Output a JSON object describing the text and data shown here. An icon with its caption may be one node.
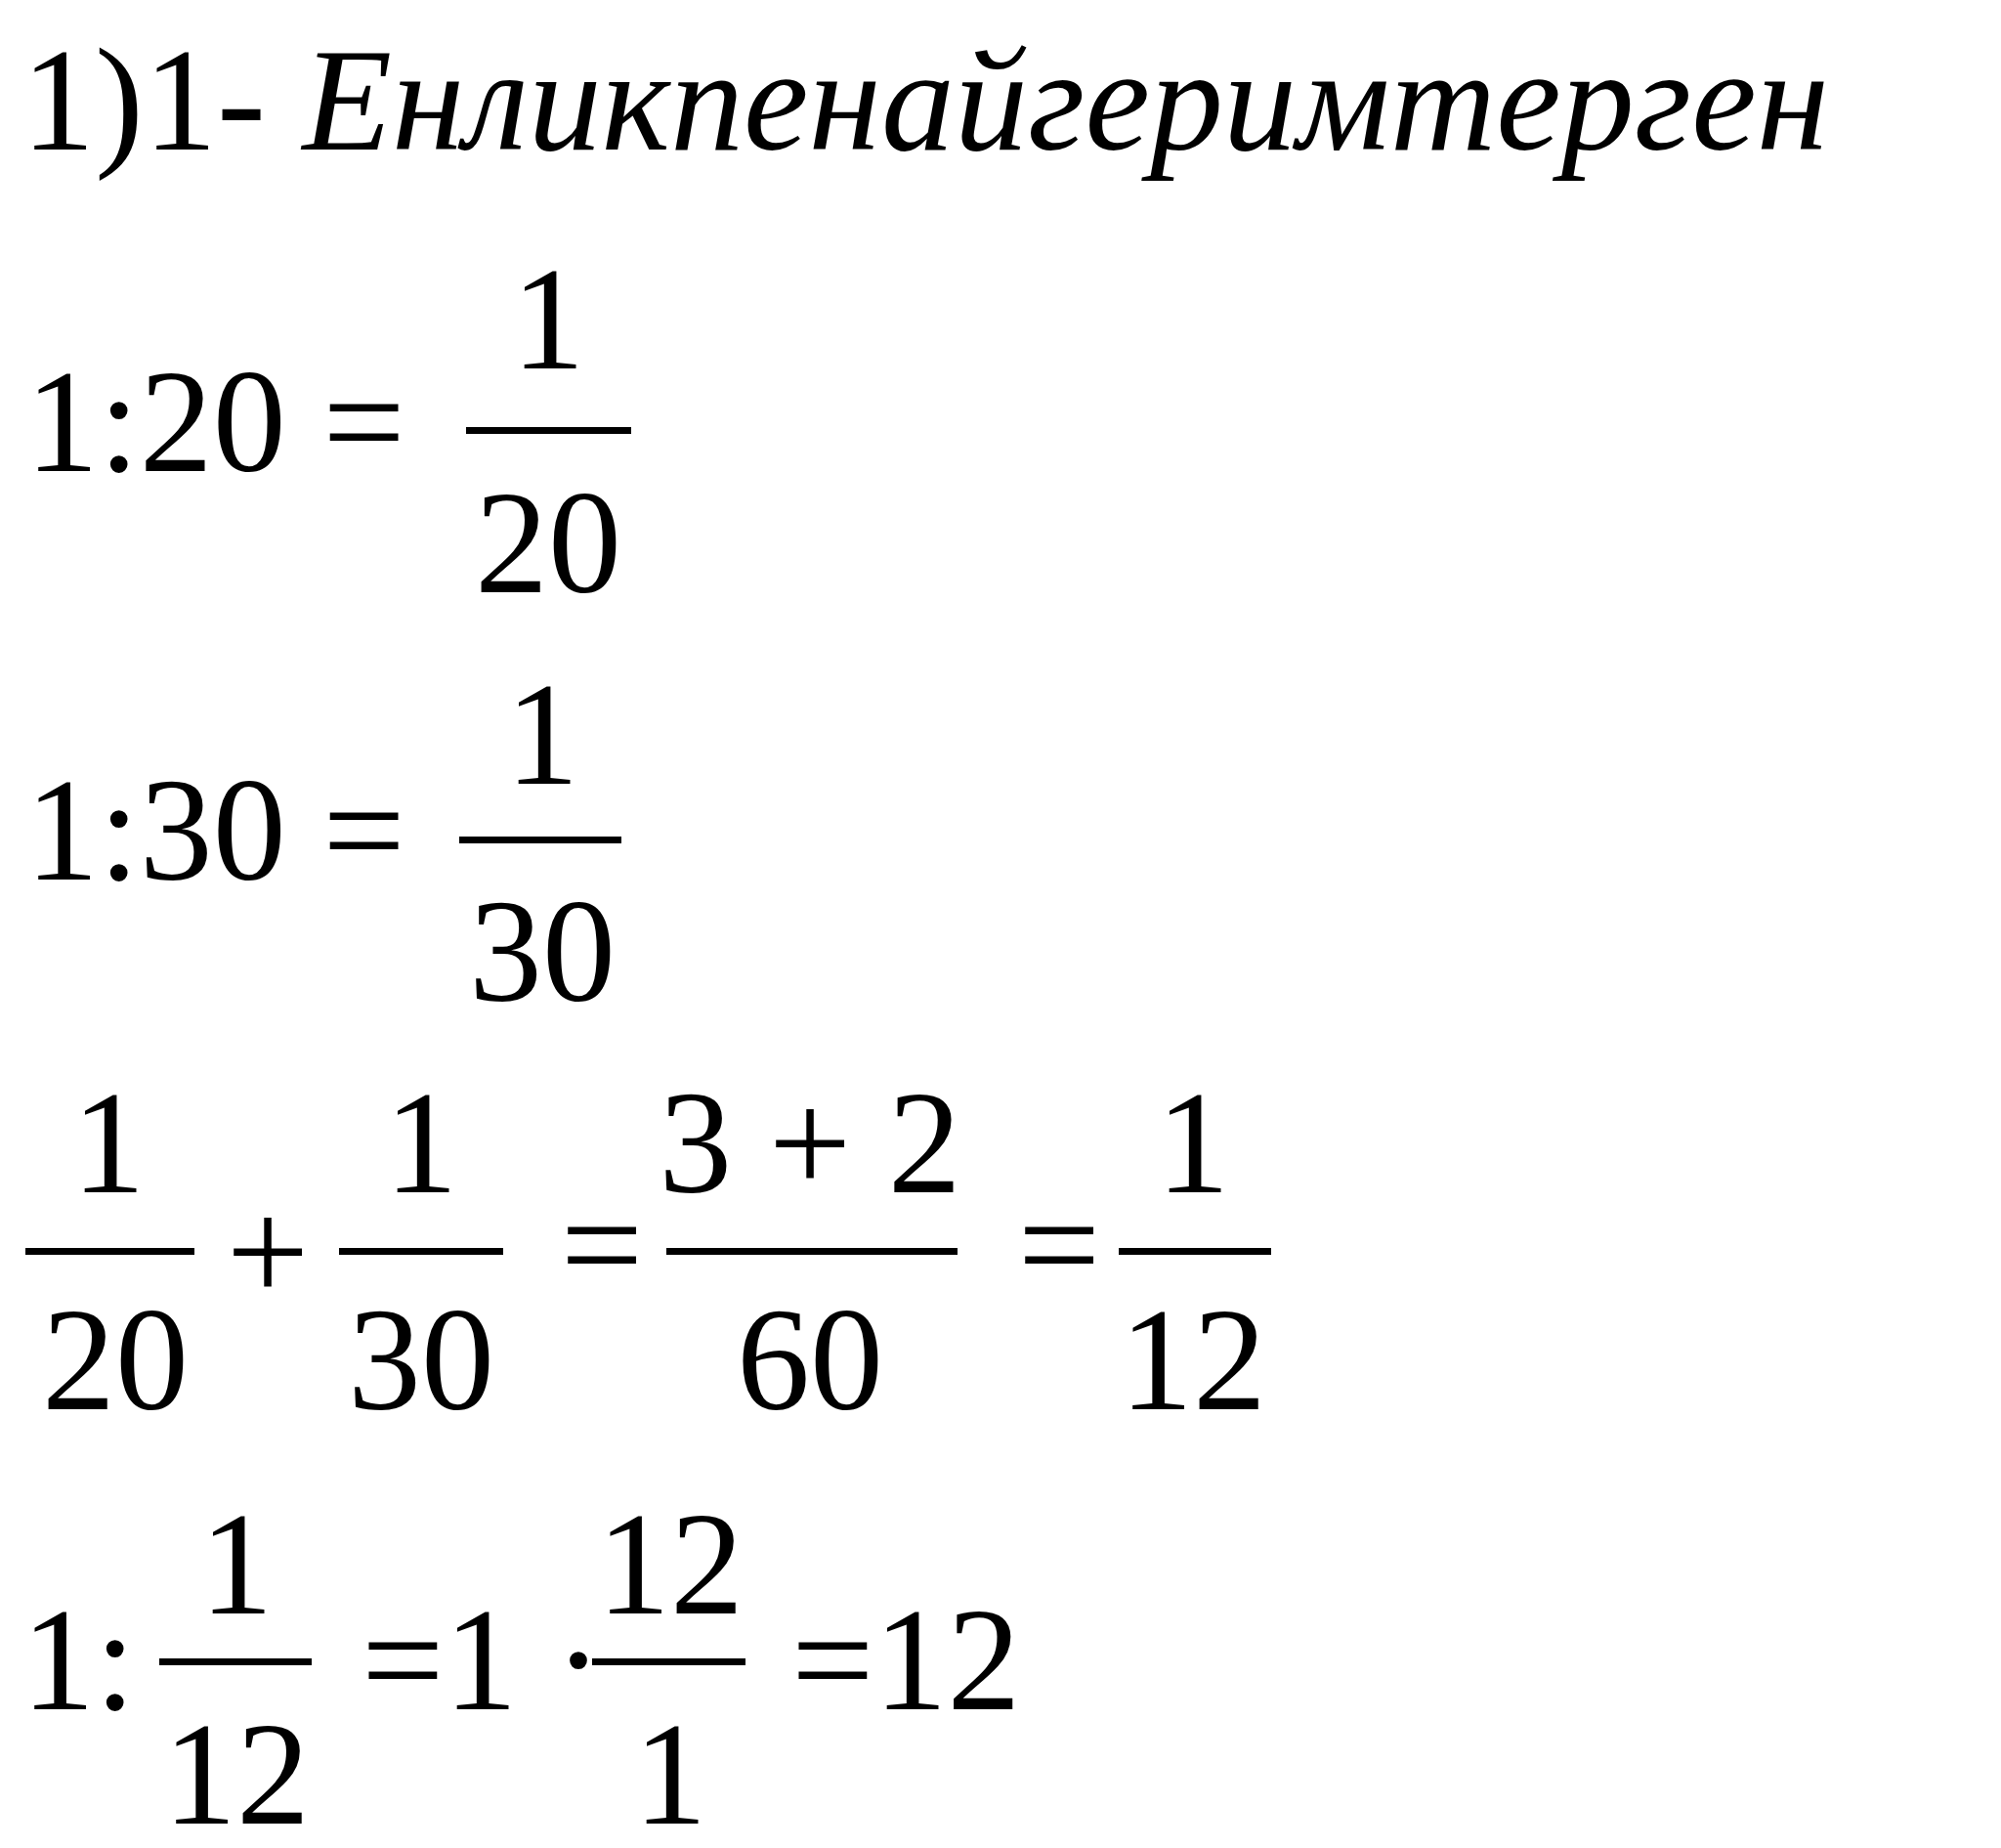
{
  "diagram": {
    "title": "1)1- *Енликпенайгеримтерген*",
    "labels": [
      "1:20 =",
      "1",
      "20",
      "1:30 =",
      "1",
      "30",
      "1",
      "20",
      "+",
      "1",
      "30",
      "=",
      "3 + 2",
      "60",
      "=",
      "1",
      "12",
      "1:",
      "1",
      "12",
      "=1 ·",
      "12",
      "1",
      "=12"
    ]
  }
}
